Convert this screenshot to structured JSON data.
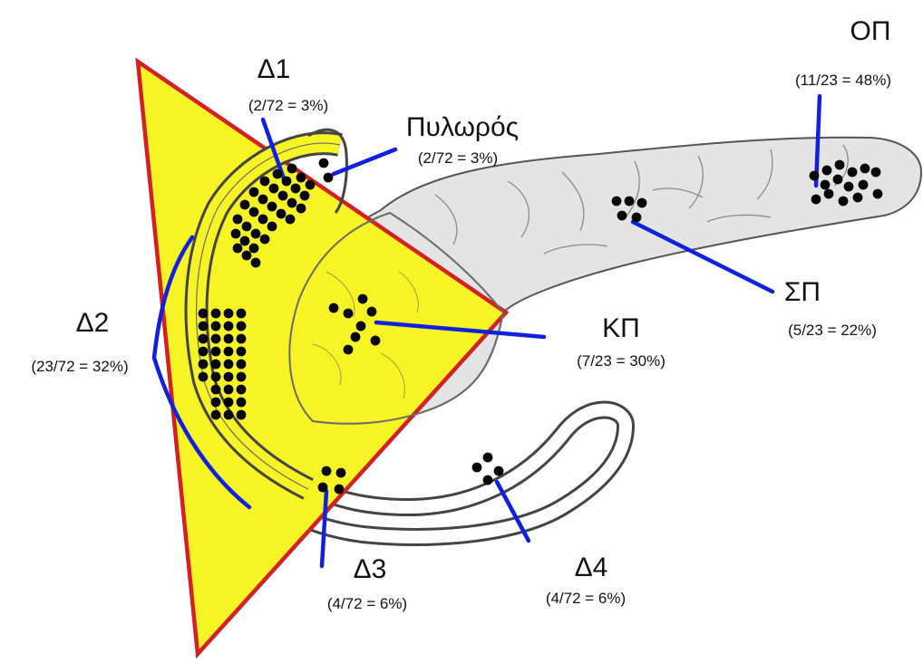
{
  "labels": {
    "d1": {
      "name": "Δ1",
      "value": "(2/72 = 3%)"
    },
    "pylorus": {
      "name": "Πυλωρός",
      "value": "(2/72 = 3%)"
    },
    "d2": {
      "name": "Δ2",
      "value": "(23/72 = 32%)"
    },
    "kp": {
      "name": "ΚΠ",
      "value": "(7/23 = 30%)"
    },
    "sp": {
      "name": "ΣΠ",
      "value": "(5/23 = 22%)"
    },
    "op": {
      "name": "ΟΠ",
      "value": "(11/23 = 48%)"
    },
    "d3": {
      "name": "Δ3",
      "value": "(4/72 = 6%)"
    },
    "d4": {
      "name": "Δ4",
      "value": "(4/72 = 6%)"
    }
  },
  "colors": {
    "triangle_fill": "#f7f426",
    "triangle_border": "#d42020",
    "pancreas_fill": "#e4e4e4",
    "leader_line": "#1020e0",
    "dot": "#050505"
  }
}
